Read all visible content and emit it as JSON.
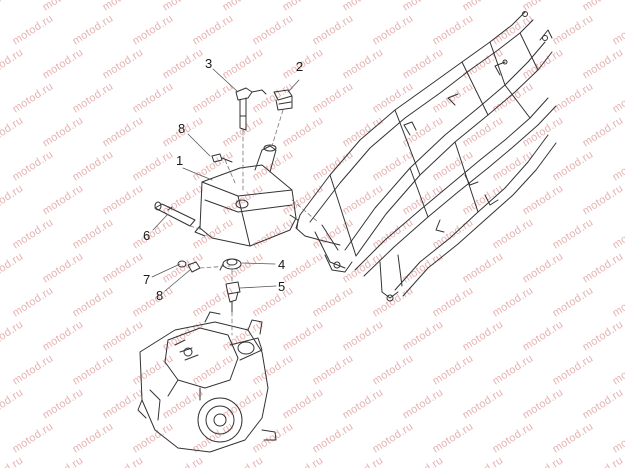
{
  "diagram": {
    "watermark_text": "motod.ru",
    "callouts": [
      {
        "id": "c1",
        "label": "1"
      },
      {
        "id": "c2",
        "label": "2"
      },
      {
        "id": "c3",
        "label": "3"
      },
      {
        "id": "c4",
        "label": "4"
      },
      {
        "id": "c5",
        "label": "5"
      },
      {
        "id": "c6",
        "label": "6"
      },
      {
        "id": "c7",
        "label": "7"
      },
      {
        "id": "c8a",
        "label": "8"
      },
      {
        "id": "c8b",
        "label": "8"
      }
    ],
    "colors": {
      "line": "#333333",
      "watermark": "#e6b3b3",
      "background": "#ffffff"
    }
  }
}
